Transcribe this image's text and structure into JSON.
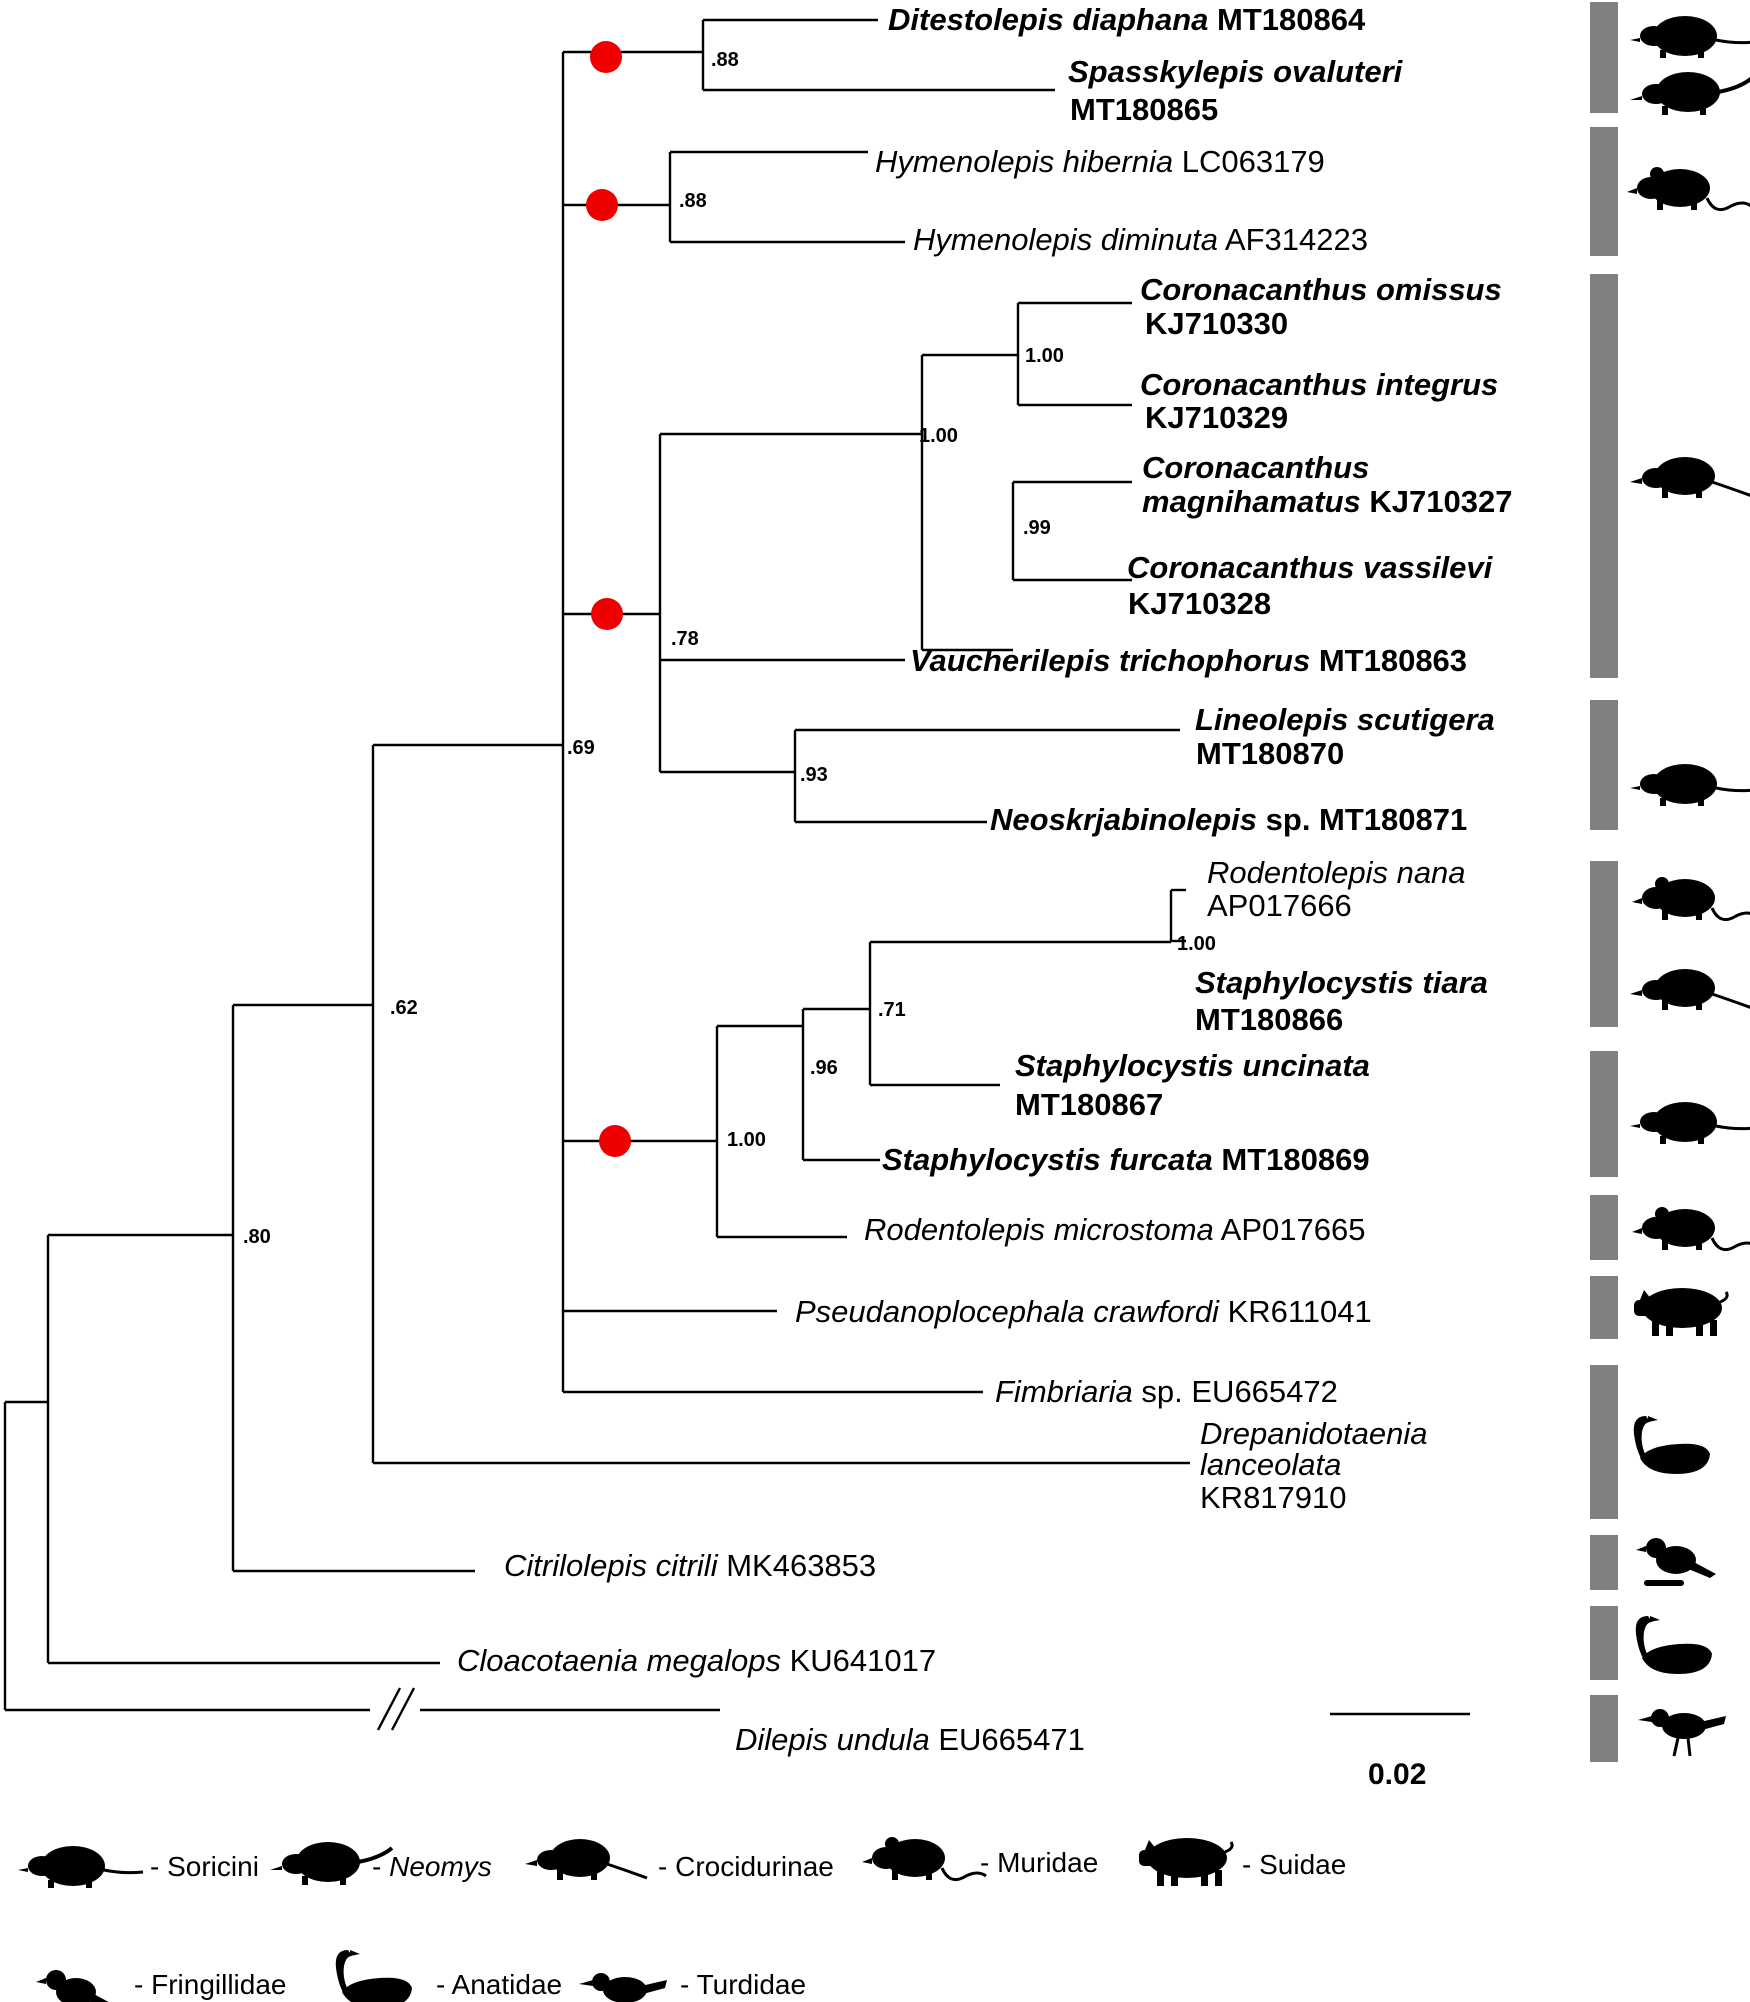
{
  "tips": [
    {
      "id": "t1",
      "genus": "Ditestolepis diaphana",
      "acc": "MT180864",
      "bold": true
    },
    {
      "id": "t2",
      "genus": "Spasskylepis ovaluteri",
      "acc": "MT180865",
      "bold": true
    },
    {
      "id": "t3",
      "genus": "Hymenolepis hibernia",
      "acc": "LC063179",
      "bold": false
    },
    {
      "id": "t4",
      "genus": "Hymenolepis diminuta",
      "acc": "AF314223",
      "bold": false
    },
    {
      "id": "t5",
      "genus": "Coronacanthus omissus",
      "acc": "KJ710330",
      "bold": true
    },
    {
      "id": "t6",
      "genus": "Coronacanthus integrus",
      "acc": "KJ710329",
      "bold": true
    },
    {
      "id": "t7",
      "genus": "Coronacanthus magnihamatus",
      "acc": "KJ710327",
      "bold": true
    },
    {
      "id": "t8",
      "genus": "Coronacanthus vassilevi",
      "acc": "KJ710328",
      "bold": true
    },
    {
      "id": "t9",
      "genus": "Vaucherilepis trichophorus",
      "acc": "MT180863",
      "bold": true
    },
    {
      "id": "t10",
      "genus": "Lineolepis scutigera",
      "acc": "MT180870",
      "bold": true
    },
    {
      "id": "t11",
      "genus": "Neoskrjabinolepis",
      "mid": "sp.",
      "acc": "MT180871",
      "bold": true
    },
    {
      "id": "t12",
      "genus": "Rodentolepis nana",
      "acc": "AP017666",
      "bold": false
    },
    {
      "id": "t13",
      "genus": "Staphylocystis tiara",
      "acc": "MT180866",
      "bold": true
    },
    {
      "id": "t14",
      "genus": "Staphylocystis uncinata",
      "acc": "MT180867",
      "bold": true
    },
    {
      "id": "t15",
      "genus": "Staphylocystis furcata",
      "acc": "MT180869",
      "bold": true
    },
    {
      "id": "t16",
      "genus": "Rodentolepis microstoma",
      "acc": "AP017665",
      "bold": false
    },
    {
      "id": "t17",
      "genus": "Pseudanoplocephala crawfordi",
      "acc": "KR611041",
      "bold": false
    },
    {
      "id": "t18",
      "genus": "Fimbriaria",
      "mid": "sp.",
      "acc": "EU665472",
      "bold": false
    },
    {
      "id": "t19",
      "genus": "Drepanidotaenia lanceolata",
      "acc": "KR817910",
      "bold": false
    },
    {
      "id": "t20",
      "genus": "Citrilolepis citrili",
      "acc": "MK463853",
      "bold": false
    },
    {
      "id": "t21",
      "genus": "Cloacotaenia megalops",
      "acc": "KU641017",
      "bold": false
    },
    {
      "id": "t22",
      "genus": "Dilepis undula",
      "acc": "EU665471",
      "bold": false
    }
  ],
  "support_values": [
    ".88",
    ".88",
    "1.00",
    "1.00",
    ".99",
    ".78",
    ".93",
    "1.00",
    ".71",
    ".96",
    "1.00",
    ".69",
    ".62",
    ".80"
  ],
  "scale_bar": {
    "label": "0.02"
  },
  "node_marker_color": "#ee0000",
  "host_bar_color": "#808080",
  "legend": [
    {
      "icon": "soricini-shrew-icon",
      "label": "- Soricini",
      "italic_part": ""
    },
    {
      "icon": "neomys-shrew-icon",
      "label": "- ",
      "italic_part": "Neomys"
    },
    {
      "icon": "crocidurinae-shrew-icon",
      "label": "- Crocidurinae",
      "italic_part": ""
    },
    {
      "icon": "muridae-mouse-icon",
      "label": "- Muridae",
      "italic_part": ""
    },
    {
      "icon": "suidae-pig-icon",
      "label": "- Suidae",
      "italic_part": ""
    },
    {
      "icon": "fringillidae-finch-icon",
      "label": "- Fringillidae",
      "italic_part": ""
    },
    {
      "icon": "anatidae-swan-icon",
      "label": "- Anatidae",
      "italic_part": ""
    },
    {
      "icon": "turdidae-thrush-icon",
      "label": "- Turdidae",
      "italic_part": ""
    }
  ]
}
